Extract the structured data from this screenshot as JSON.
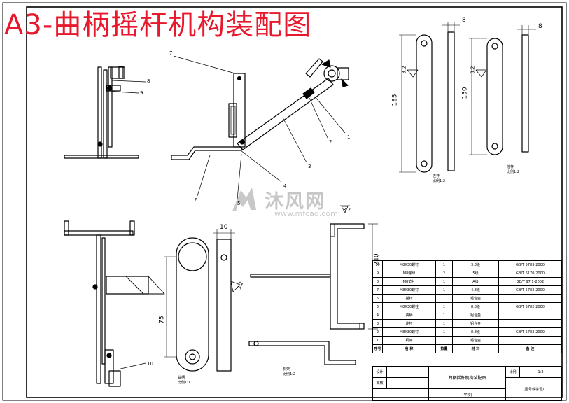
{
  "title": "A3-曲柄摇杆机构装配图",
  "watermark": {
    "brand": "沐风网",
    "url": "www.mfcad.com"
  },
  "callouts": [
    "1",
    "2",
    "3",
    "4",
    "5",
    "6",
    "7",
    "8",
    "9",
    "10"
  ],
  "dimensions": {
    "link_a_length": "185",
    "link_a_roughness": "3.2",
    "link_a_thickness": "8",
    "link_b_length": "150",
    "link_b_roughness": "3.2",
    "link_b_thickness": "8",
    "crank_length": "75",
    "crank_thickness": "10",
    "crank_roughness": "3.2",
    "frame_height": "240",
    "frame_roughness": "3.2"
  },
  "view_notes": {
    "link_a": [
      "连杆",
      "比例1:2"
    ],
    "link_b": [
      "摇杆",
      "比例1:2"
    ],
    "crank": [
      "曲柄",
      "比例1:1"
    ],
    "frame": [
      "机架",
      "比例1:2"
    ]
  },
  "bom": {
    "rows": [
      [
        "10",
        "M8X30螺钉",
        "1",
        "3.8级",
        "GB/T 5783-2000"
      ],
      [
        "9",
        "M8螺母",
        "2",
        "5级",
        "GB/T 6170-2000"
      ],
      [
        "8",
        "M8垫片",
        "1",
        "A级",
        "GB/T 97.1-2002"
      ],
      [
        "7",
        "M8X30螺钉",
        "1",
        "4.8级",
        "GB/T 5783-2000"
      ],
      [
        "6",
        "摇杆",
        "1",
        "铝合金",
        ""
      ],
      [
        "5",
        "M8X30螺栓",
        "1",
        "8.8级",
        "GB/T 5782-2000"
      ],
      [
        "4",
        "曲柄",
        "1",
        "铝合金",
        ""
      ],
      [
        "3",
        "连杆",
        "1",
        "铝合金",
        ""
      ],
      [
        "2",
        "M8X30螺钉",
        "1",
        "8.8级",
        "GB/T 5783-2000"
      ],
      [
        "1",
        "机架",
        "1",
        "铝合金",
        ""
      ]
    ],
    "header": [
      "序号",
      "名  称",
      "数量",
      "材  料",
      "备  注"
    ]
  },
  "title_block": {
    "design_label": "设计",
    "check_label": "审核",
    "drawing_name": "曲柄摇杆机构装配图",
    "scale_label": "比例",
    "scale_value": "1:2",
    "school": "(学校)",
    "sheet_no": "(图号或学号)"
  },
  "colors": {
    "title": "#e8192c",
    "line": "#000000",
    "watermark": "#9a9a9a"
  }
}
